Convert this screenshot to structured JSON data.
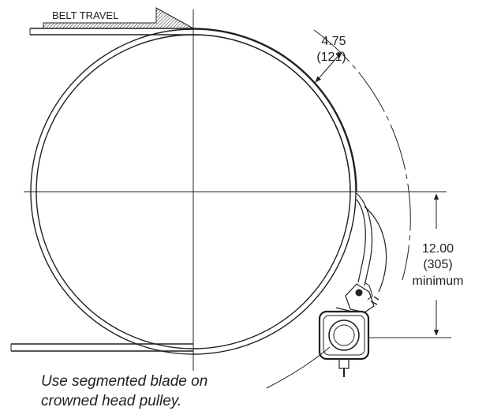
{
  "labels": {
    "belt_travel": "BELT TRAVEL",
    "clearance_in": "4.75",
    "clearance_mm": "(121)",
    "height_in": "12.00",
    "height_mm": "(305)",
    "height_note": "minimum",
    "caption_line1": "Use segmented blade on",
    "caption_line2": "crowned head pulley."
  },
  "colors": {
    "line": "#231f20",
    "hatch": "#231f20"
  }
}
